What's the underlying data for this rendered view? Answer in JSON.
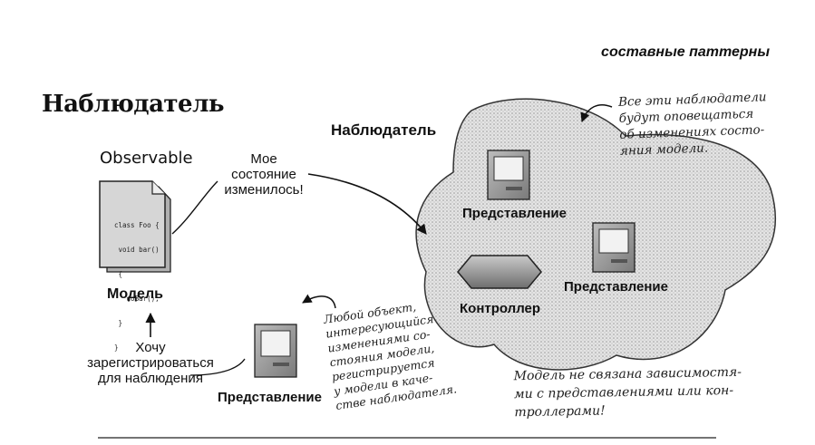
{
  "header": {
    "section": "составные паттерны"
  },
  "title": "Наблюдатель",
  "subject": {
    "observable_label": "Observable",
    "code_lines": [
      "class Foo {",
      " void bar()",
      " {",
      "   doBar();",
      " }",
      "}"
    ],
    "model_label": "Модель",
    "speech": [
      "Мое",
      "состояние",
      "изменилось!"
    ]
  },
  "register": {
    "lines": [
      "Хочу",
      "зарегистрироваться",
      "для наблюдения"
    ]
  },
  "observers": {
    "title": "Наблюдатель",
    "view1_label": "Представление",
    "view2_label": "Представление",
    "controller_label": "Контроллер",
    "standalone_view_label": "Представление"
  },
  "notes": {
    "notify": [
      "Все эти наблюдатели",
      "будут оповещаться",
      "об изменениях состо-",
      "яния модели."
    ],
    "any_object": [
      "Любой объект,",
      "интересующийся",
      "изменениями со-",
      "стояния модели,",
      "регистрируется",
      "у модели в каче-",
      "стве наблюдателя."
    ],
    "decoupled": [
      "Модель не связана зависимостя-",
      "ми с представлениями или кон-",
      "троллерами!"
    ]
  }
}
